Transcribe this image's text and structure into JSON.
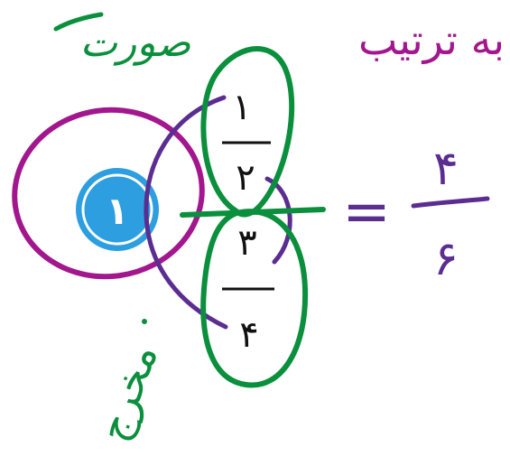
{
  "colors": {
    "green": "#0a8f3c",
    "magenta": "#a2178e",
    "purple": "#5b2d91",
    "badge_blue": "#2d9ee0",
    "ink": "#111111"
  },
  "labels": {
    "sourat": "صورت",
    "makhraj": "مخرج",
    "dar_tartib": "به ترتیب"
  },
  "badge": {
    "number": "۱"
  },
  "fraction_top": {
    "numerator": "۱",
    "denominator": "۲"
  },
  "fraction_bottom": {
    "numerator": "۳",
    "denominator": "۴"
  },
  "fraction_result": {
    "numerator": "۴",
    "denominator": "۶"
  },
  "equals": "="
}
